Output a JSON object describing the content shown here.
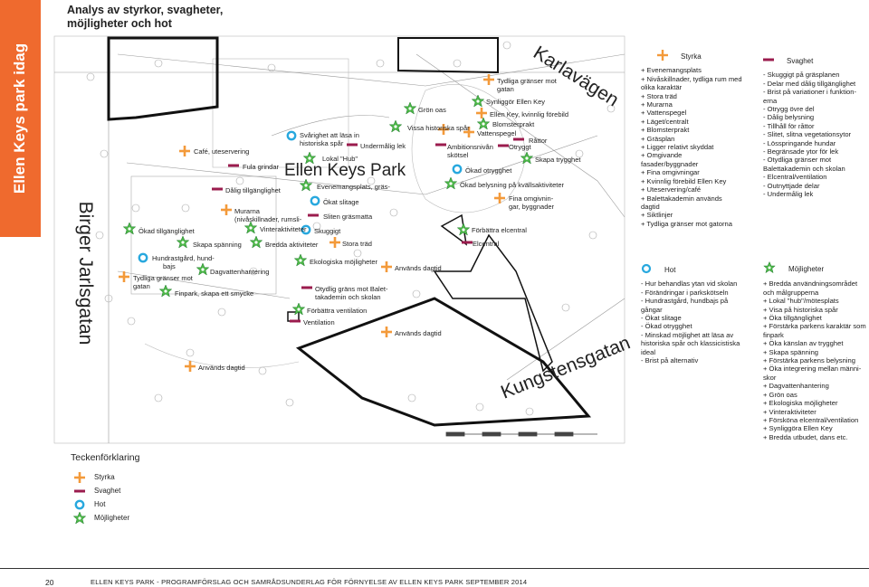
{
  "header": {
    "side_tab": "Ellen Keys park idag",
    "title_line1": "Analys av styrkor, svagheter,",
    "title_line2": "möjligheter och hot"
  },
  "colors": {
    "accent": "#ef6a2e",
    "strength": "#f39a3a",
    "weakness": "#9b1c4e",
    "threat": "#28a8de",
    "opportunity": "#4db848"
  },
  "map": {
    "streets": {
      "west": "Birger Jarlsgatan",
      "north": "Karlavägen",
      "south": "Kungstensgatan"
    },
    "park_title": "Ellen Keys Park",
    "labels": [
      "Café, uteservering",
      "Fula grindar",
      "Dålig tillgänglighet",
      "Murarna",
      "(nivåskillnader, rumsli-",
      "Vinteraktiviteter",
      "Ökad tillgänglighet",
      "Skapa spänning",
      "Bredda aktiviteter",
      "Hundrastgård, hund-",
      "bajs",
      "Dagvattenhantering",
      "Tydliga gränser mot",
      "gatan",
      "Finpark, skapa ett smycke",
      "Används dagtid",
      "Svårighet att läsa in",
      "historiska spår",
      "Undermålig lek",
      "Lokal \"Hub\"",
      "Evenemangsplats, gräs-",
      "Ökat slitage",
      "Sliten gräsmatta",
      "Skuggigt",
      "Stora träd",
      "Ekologiska möjligheter",
      "Används dagtid",
      "Otydlig gräns mot Balet-",
      "takademin och skolan",
      "Förbättra ventilation",
      "Ventilation",
      "Används dagtid",
      "Grön oas",
      "Vissa historiska spår",
      "Ambitionsnivån",
      "skötsel",
      "Tydliga gränser mot",
      "gatan",
      "Synliggör Ellen Key",
      "Ellen Key, kvinnlig förebild",
      "Blomsterprakt",
      "Vattenspegel",
      "Råttor",
      "Otryggt",
      "Skapa trygghet",
      "Ökad otrygghet",
      "Ökad belysning på kvällsaktiviteter",
      "Fina omgivnin-",
      "gar, byggnader",
      "Förbättra elcentral",
      "Elcentral"
    ]
  },
  "legend": {
    "title": "Teckenförklaring",
    "items": [
      "Styrka",
      "Svaghet",
      "Hot",
      "Möjligheter"
    ]
  },
  "panels": {
    "strengths": {
      "title": "Styrka",
      "lines": [
        "+ Evenemangsplats",
        "+ Nivåskillnader, tydliga rum med",
        "olika karaktär",
        "+ Stora träd",
        "+ Murarna",
        "+ Vattenspegel",
        "+ Läget/centralt",
        "+ Blomsterprakt",
        "+ Gräsplan",
        "+ Ligger relativt skyddat",
        "+ Omgivande",
        "fasader/byggnader",
        "+ Fina omgivningar",
        "+ Kvinnlig förebild Ellen Key",
        "+ Uteservering/café",
        "+ Balettakademin används",
        "dagtid",
        "+ Siktlinjer",
        "+ Tydliga gränser mot gatorna"
      ]
    },
    "weaknesses": {
      "title": "Svaghet",
      "lines": [
        "- Skuggigt på gräsplanen",
        "- Delar med dålig tillgänglighet",
        "- Brist på variationer i funktion-",
        "erna",
        "- Otrygg övre del",
        "- Dålig belysning",
        "- Tillhåll för råttor",
        "- Slitet, slitna vegetationsytor",
        "- Lösspringande hundar",
        "- Begränsade ytor för lek",
        "- Otydliga gränser mot",
        "Balettakademin och skolan",
        "- Elcentral/ventilation",
        "- Outnyttjade delar",
        "- Undermålig lek"
      ]
    },
    "threats": {
      "title": "Hot",
      "lines": [
        "- Hur behandlas ytan vid skolan",
        "- Förändringar i parkskötseln",
        "- Hundrastgård, hundbajs på",
        "gångar",
        "- Ökat slitage",
        "- Ökad otrygghet",
        "- Minskad möjlighet att läsa av",
        "historiska spår och klassicistiska",
        "ideal",
        "- Brist på alternativ"
      ]
    },
    "opportunities": {
      "title": "Möjligheter",
      "lines": [
        "+ Bredda användningsområdet",
        "och målgrupperna",
        "+ Lokal \"hub\"/mötesplats",
        "+ Visa på historiska spår",
        "+ Öka tillgänglighet",
        "+ Förstärka parkens karaktär som",
        "finpark",
        "+ Öka känslan av trygghet",
        "+ Skapa spänning",
        "+ Förstärka parkens belysning",
        "+ Öka integrering mellan männi-",
        "skor",
        "+ Dagvattenhantering",
        "+ Grön oas",
        "+ Ekologiska möjligheter",
        "+ Vinteraktiviteter",
        "+ Försköna elcentral/ventilation",
        "+ Synliggöra Ellen Key",
        "+ Bredda utbudet, dans etc."
      ]
    }
  },
  "footer": {
    "page_number": "20",
    "text": "ELLEN KEYS PARK - PROGRAMFÖRSLAG OCH SAMRÅDSUNDERLAG FÖR FÖRNYELSE AV ELLEN KEYS PARK SEPTEMBER 2014"
  }
}
